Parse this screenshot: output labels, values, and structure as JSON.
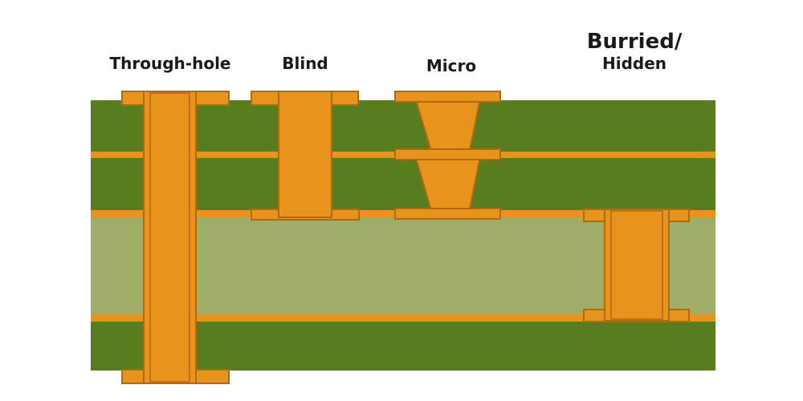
{
  "labels": {
    "through_hole": "Through-hole",
    "blind": "Blind",
    "micro": "Micro",
    "buried_top": "Burried/",
    "buried_bottom": "Hidden"
  },
  "palette": {
    "copper": "#e8941c",
    "copper_border": "#b06a10",
    "dark_green": "#577d1e",
    "light_green": "#9ead67",
    "background": "#ffffff",
    "text": "#1a1a1a"
  }
}
